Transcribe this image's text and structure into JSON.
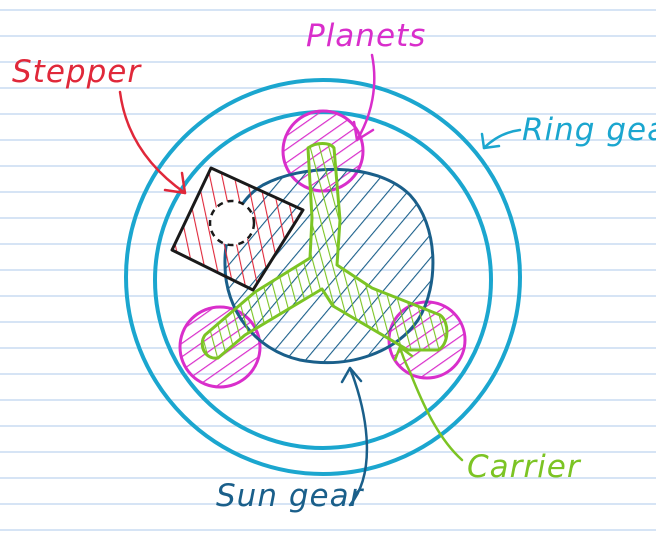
{
  "labels": {
    "stepper": "Stepper",
    "planets": "Planets",
    "ring_gear": "Ring gear",
    "carrier": "Carrier",
    "sun_gear": "Sun gear"
  },
  "colors": {
    "notebook_line": "#c9dbf2",
    "stepper": "#e0283a",
    "planets": "#d92ecb",
    "ring_gear": "#1ba6cf",
    "carrier": "#7cc424",
    "sun_gear": "#1a5f8a",
    "outline": "#1a1a1a"
  }
}
